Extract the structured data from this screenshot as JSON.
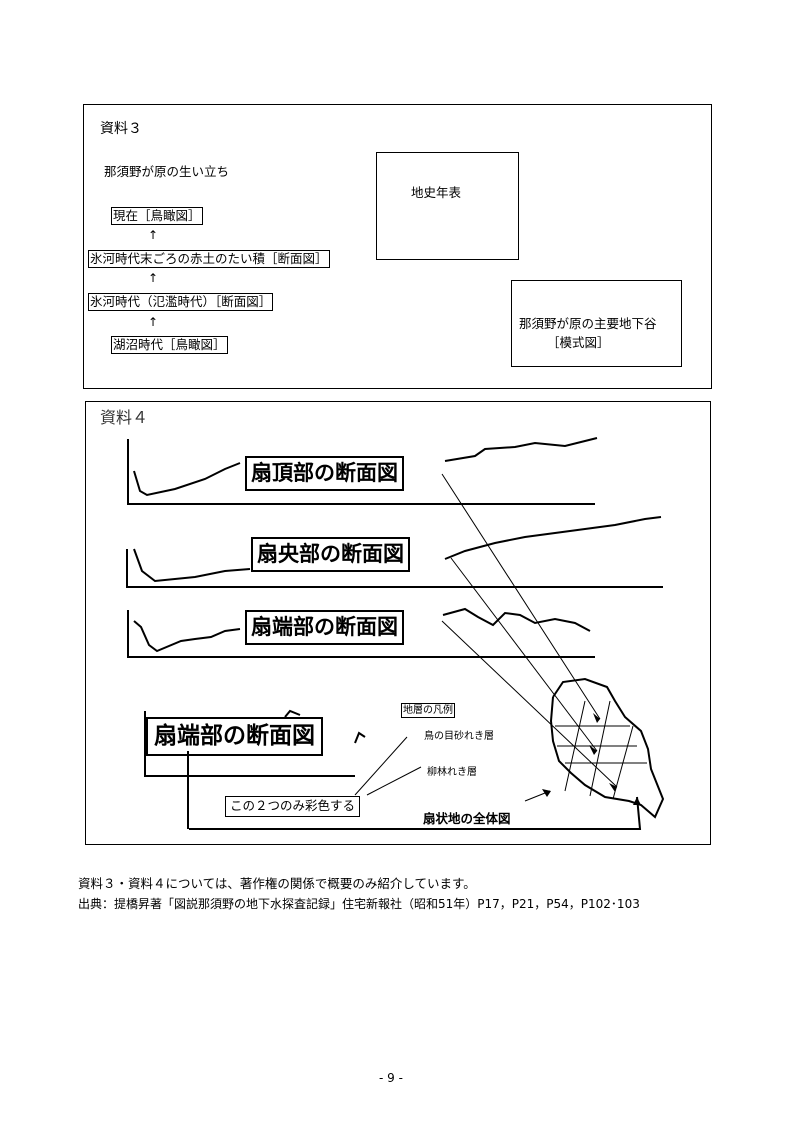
{
  "shiryo3": {
    "heading": "資料３",
    "section_title": "那須野が原の生い立ち",
    "stage_present": "現在［鳥瞰図］",
    "stage_glacial_end": "氷河時代末ごろの赤土のたい積［断面図］",
    "stage_glacial": "氷河時代（氾濫時代）［断面図］",
    "stage_lake": "湖沼時代［鳥瞰図］",
    "arrow": "↑",
    "box_chronology": "地史年表",
    "box_valleys_line1": "那須野が原の主要地下谷",
    "box_valleys_line2": "［模式図］"
  },
  "shiryo4": {
    "heading": "資料４",
    "label_top": "扇頂部の断面図",
    "label_middle": "扇央部の断面図",
    "label_edge": "扇端部の断面図",
    "label_edge_large": "扇端部の断面図",
    "legend_title": "地層の凡例",
    "legend_gravel_1": "鳥の目砂れき層",
    "legend_gravel_2": "柳林れき層",
    "color_note": "この２つのみ彩色する",
    "fan_overall": "扇状地の全体図"
  },
  "footer": {
    "note": "資料３・資料４については、著作権の関係で概要のみ紹介しています。",
    "source": "出典：提橋昇著「図説那須野の地下水探査記録」住宅新報社（昭和51年）P17，P21，P54，P102･103",
    "page_number": "- 9 -"
  }
}
